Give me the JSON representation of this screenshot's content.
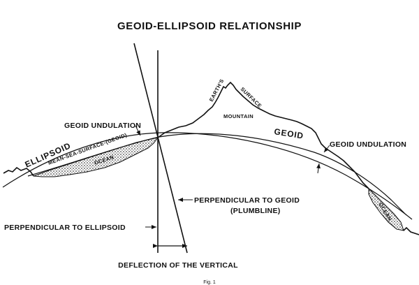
{
  "diagram": {
    "title": "GEOID-ELLIPSOID RELATIONSHIP",
    "labels": {
      "geoid_undulation_left": "GEOID UNDULATION",
      "geoid_undulation_right": "GEOID UNDULATION",
      "ellipsoid": "ELLIPSOID",
      "mean_sea_surface": "MEAN-SEA-SURFACE-(GEOID)",
      "ocean_left": "OCEAN",
      "ocean_right": "OCEAN",
      "earths": "EARTH'S",
      "surface": "SURFACE",
      "mountain": "MOUNTAIN",
      "geoid": "GEOID",
      "perp_geoid_1": "PERPENDICULAR TO GEOID",
      "perp_geoid_2": "(PLUMBLINE)",
      "perp_ellipsoid": "PERPENDICULAR TO ELLIPSOID",
      "deflection": "DEFLECTION OF THE VERTICAL",
      "figure_caption": "Fig. 1"
    }
  }
}
